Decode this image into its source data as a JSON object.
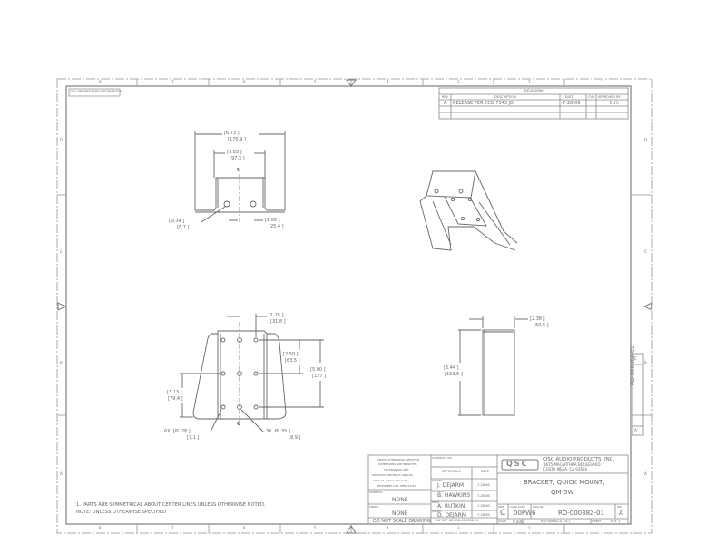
{
  "sheet": {
    "zone_columns_top": [
      "8",
      "7",
      "6",
      "5",
      "4",
      "3",
      "2",
      "1"
    ],
    "zone_columns_bottom": [
      "8",
      "7",
      "6",
      "5",
      "4",
      "3",
      "2",
      "1"
    ],
    "zone_rows_left": [
      "D",
      "C",
      "B",
      "A"
    ],
    "zone_rows_right": [
      "D",
      "C",
      "B",
      "A"
    ],
    "top_left_stamp": "QSC PROPRIETARY INFORMATION"
  },
  "revisions": {
    "title": "REVISIONS",
    "headers": [
      "REV",
      "DESCRIPTION",
      "DATE",
      "CHK",
      "APPROVED BY"
    ],
    "rows": [
      {
        "rev": "A",
        "description": "RELEASE PER ECO 7343  JD",
        "date": "7-28-06",
        "chk": "",
        "approved": "B.H."
      }
    ]
  },
  "views": {
    "front": {
      "dim_overall": "[6.73    ]",
      "dim_overall_mm": "[170,9 ]",
      "dim_inner": "[3.83    ]",
      "dim_inner_mm": "[97,3 ]",
      "centerline": "℄",
      "hole_callout": "[Ø.34    ]",
      "hole_callout_mm": "[8,7 ]",
      "hole_spacing": "[1.00    ]",
      "hole_spacing_mm": "[25,4 ]"
    },
    "bottom": {
      "dim_spacing": "[1.25    ]",
      "dim_spacing_mm": "[31,8 ]",
      "dim_row": "[2.50    ]",
      "dim_row_mm": "[63,5 ]",
      "dim_total": "[5.00    ]",
      "dim_total_mm": "[127 ]",
      "dim_height": "[3.13    ]",
      "dim_height_mm": "[79,4 ]",
      "callout_small": "6X, [Ø .28    ]",
      "callout_small_mm": "[7,1 ]",
      "callout_large": "3X, Ø .35    ]",
      "callout_large_mm": "[8,9 ]",
      "centerline": "℄"
    },
    "side": {
      "dim_width": "[2.38    ]",
      "dim_width_mm": "[60,4 ]",
      "dim_height": "[6.44    ]",
      "dim_height_mm": "[163,5 ]"
    }
  },
  "notes": {
    "line1": "1. PARTS ARE SYMMETRICAL ABOUT CENTER LINES UNLESS OTHERWISE NOTED.",
    "line2": "NOTE: UNLESS OTHERWISE SPECIFIED"
  },
  "title_block": {
    "tolerance_block": [
      "UNLESS OTHERWISE SPECIFIED",
      "DIMENSIONS ARE IN INCHES",
      "TOLERANCES ARE:",
      "DECIMALS   DECIMALS   ANGLES",
      ".XX ±.02  .XXX ±.010  ±.5°",
      "INTERPRET DIM. PER Y14.5M"
    ],
    "material_label": "MATERIAL",
    "material_value": "NONE",
    "finish_label": "FINISH",
    "finish_value": "NONE",
    "do_not_scale": "DO NOT SCALE DRAWING",
    "contract_label": "CONTRACT NO.",
    "approvals_header": [
      "APPROVALS",
      "DATE"
    ],
    "approvals": [
      {
        "role": "DRAWN",
        "name": "J. DEJARM",
        "date": "7-28-06"
      },
      {
        "role": "CHECKED",
        "name": "B. HAWKINS",
        "date": "7-28-06"
      },
      {
        "role": "ENGR",
        "name": "A. RUTKIN",
        "date": "7-28-06"
      },
      {
        "role": "ISSUED",
        "name": "D. DEJARM",
        "date": "7-28-06"
      }
    ],
    "sheet_footer_mid": "SW REF NO: RD-000382-01",
    "company_logo": "QSC",
    "company_name": "QSC AUDIO PRODUCTS, INC.",
    "company_address1": "1675 MACARTHUR BOULEVARD",
    "company_address2": "COSTA MESA, CA  92626",
    "drawing_title_line1": "BRACKET, QUICK MOUNT,",
    "drawing_title_line2": "QM-5W",
    "size_label": "SIZE",
    "size_value": "C",
    "cage_label": "CAGE CODE",
    "cage_value": "00PW6",
    "dwg_label": "DWG NO.",
    "dwg_value": "RD-000382-01",
    "rev_label": "REV",
    "rev_value": "A",
    "scale_label": "SCALE",
    "scale_value": "0.500",
    "file_value": "RD-000382-01.A.1",
    "sheet_label": "SHEET",
    "sheet_value": "1 OF 1",
    "side_dwg_no": "RD-000382-01",
    "side_size": "C",
    "side_rev": "A"
  }
}
